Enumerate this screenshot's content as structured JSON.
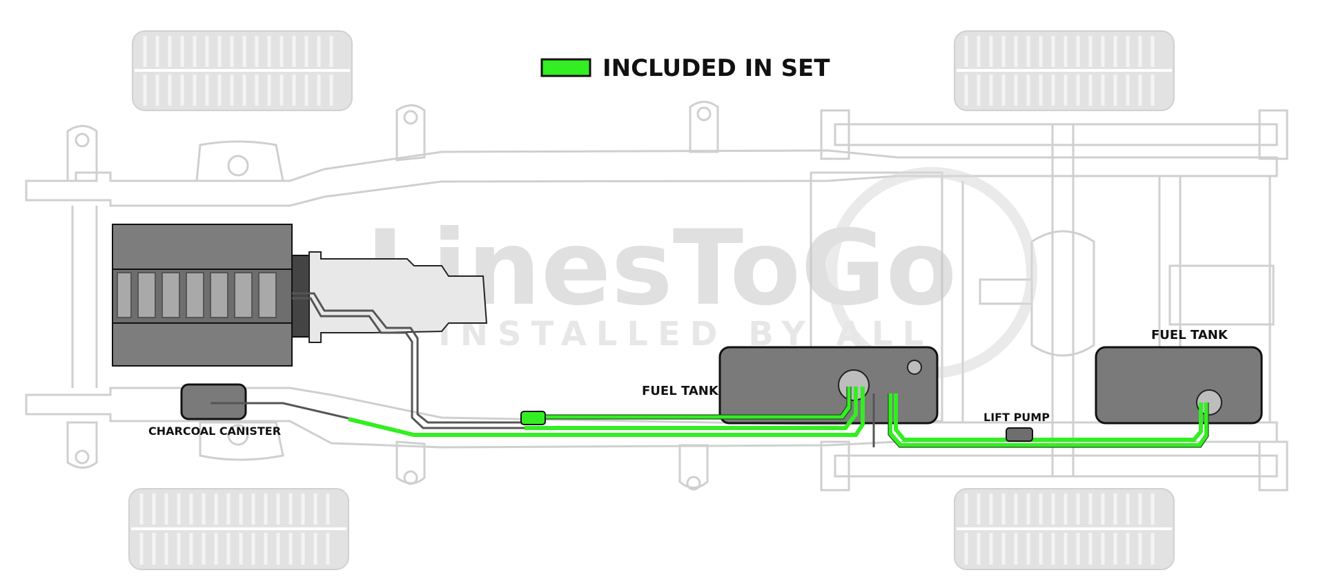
{
  "legend": {
    "label": "INCLUDED IN SET",
    "swatch_color": "#33ee22"
  },
  "watermark": {
    "brand": "LinesToGo",
    "tagline": "INSTALLED BY ALL"
  },
  "components": {
    "charcoal_canister": "CHARCOAL CANISTER",
    "fuel_tank_main": "FUEL TANK",
    "fuel_tank_rear": "FUEL TANK",
    "lift_pump": "LIFT PUMP"
  },
  "colors": {
    "included_line": "#33ee22",
    "existing_line": "#555555",
    "frame_outline": "#cfcfcf",
    "component_fill": "#7a7a7a",
    "engine_fill": "#6e6e6e"
  }
}
